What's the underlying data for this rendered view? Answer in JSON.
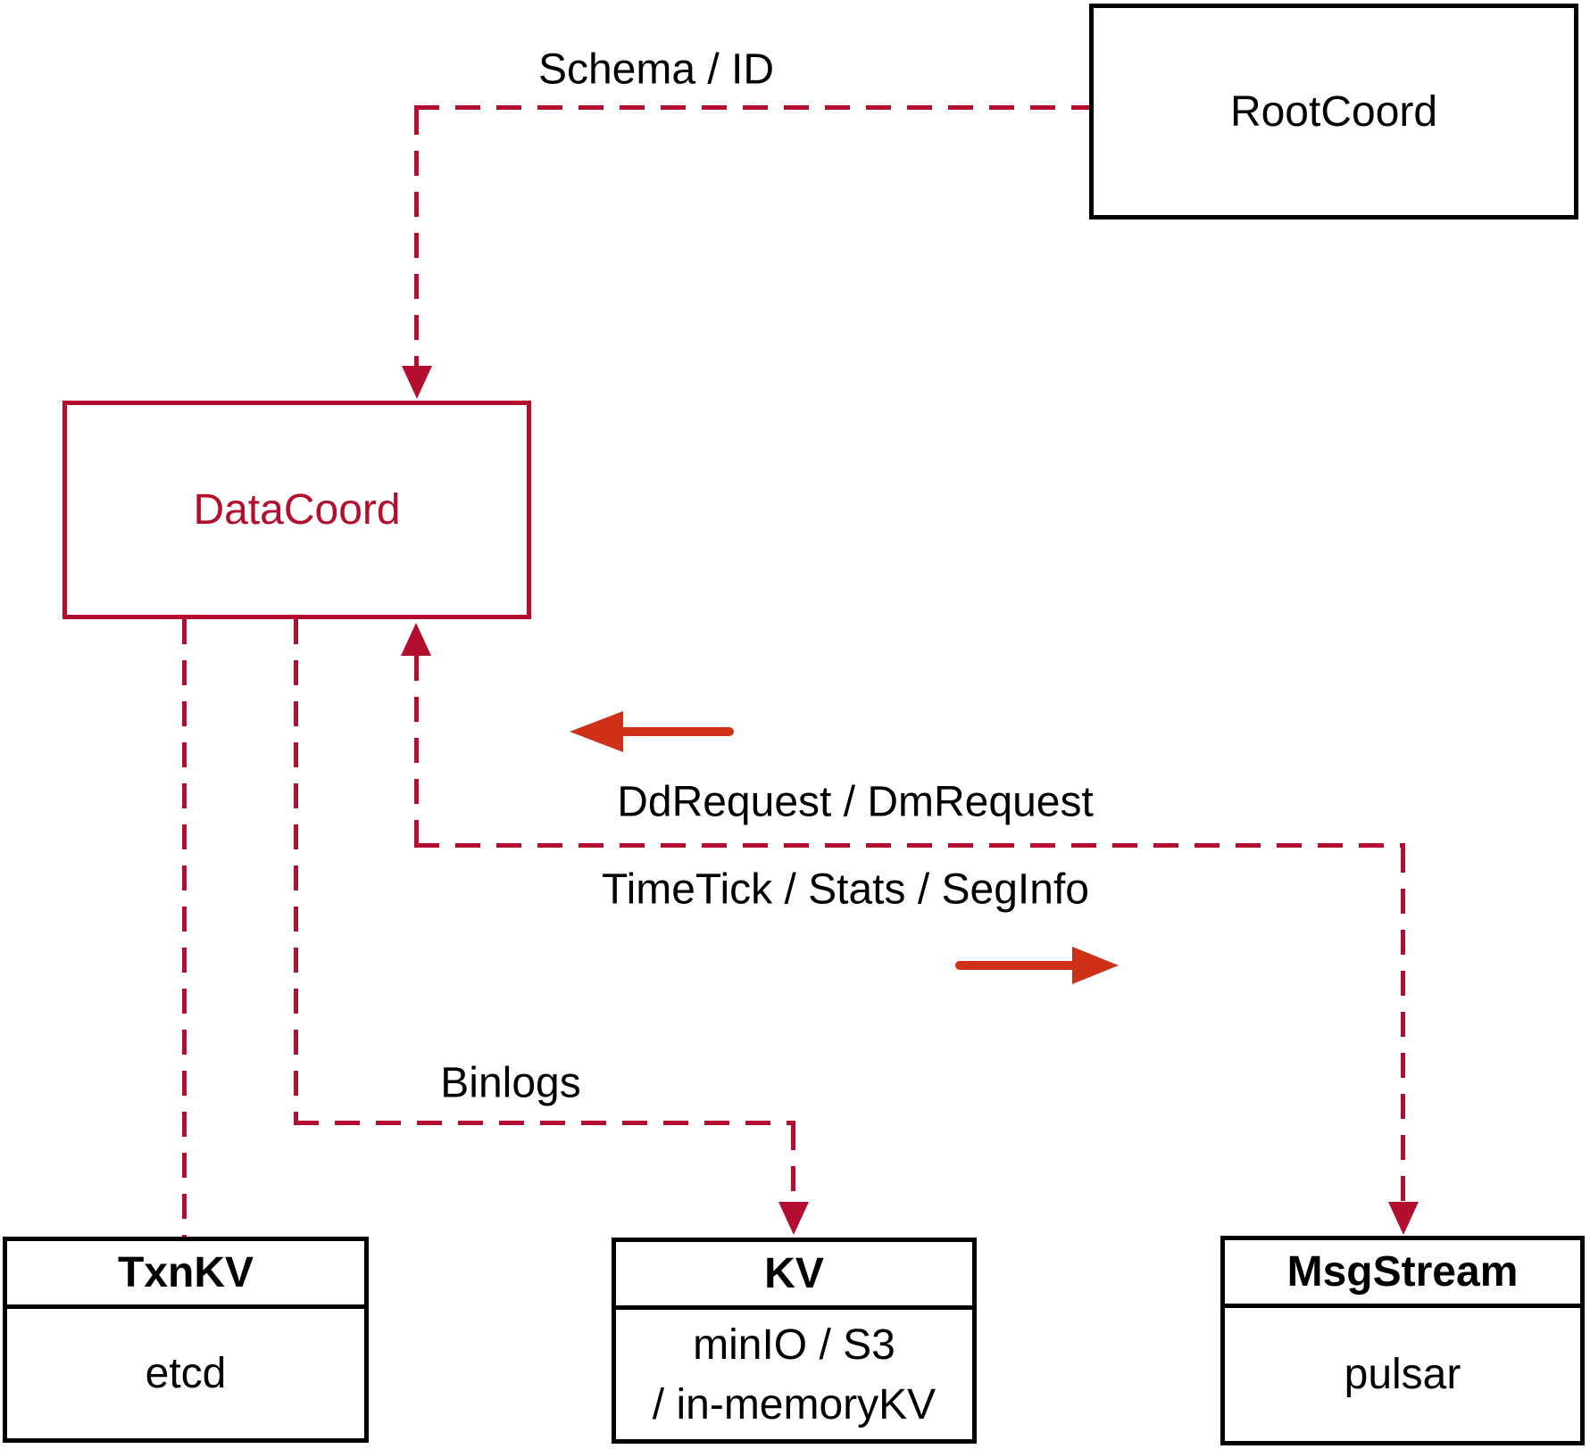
{
  "diagram": {
    "nodes": {
      "rootcoord": {
        "label": "RootCoord"
      },
      "datacoord": {
        "label": "DataCoord"
      },
      "txnkv": {
        "title": "TxnKV",
        "body": "etcd"
      },
      "kv": {
        "title": "KV",
        "body_line1": "minIO / S3",
        "body_line2": "/ in-memoryKV"
      },
      "msgstream": {
        "title": "MsgStream",
        "body": "pulsar"
      }
    },
    "edge_labels": {
      "schema_id": "Schema / ID",
      "dd_request": "DdRequest / DmRequest",
      "time_tick": "TimeTick / Stats / SegInfo",
      "binlogs": "Binlogs"
    },
    "colors": {
      "line_crimson": "#b30e2f",
      "arrow_red": "#cf3018",
      "box_black": "#000000"
    }
  }
}
